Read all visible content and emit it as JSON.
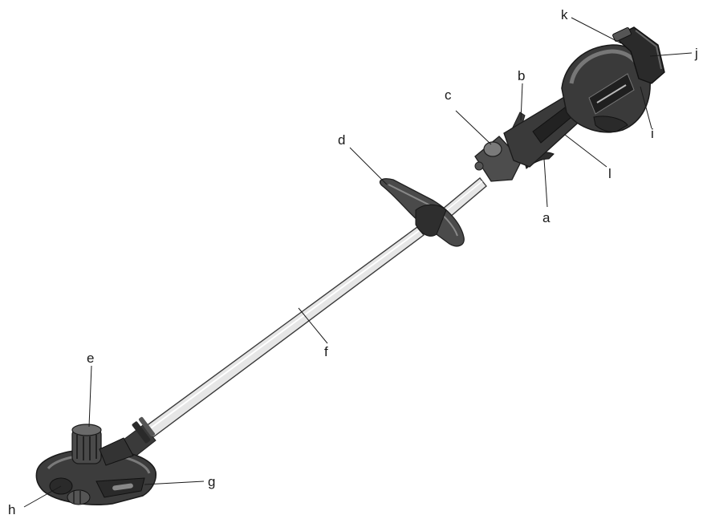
{
  "diagram": {
    "callouts": [
      {
        "id": "a",
        "label": "a"
      },
      {
        "id": "b",
        "label": "b"
      },
      {
        "id": "c",
        "label": "c"
      },
      {
        "id": "d",
        "label": "d"
      },
      {
        "id": "e",
        "label": "e"
      },
      {
        "id": "f",
        "label": "f"
      },
      {
        "id": "g",
        "label": "g"
      },
      {
        "id": "h",
        "label": "h"
      },
      {
        "id": "i",
        "label": "i"
      },
      {
        "id": "j",
        "label": "j"
      },
      {
        "id": "k",
        "label": "k"
      },
      {
        "id": "l",
        "label": "l"
      }
    ]
  },
  "colors": {
    "shaft": "#e4e4e4",
    "shaft_outline": "#3a3a3a",
    "body_dark": "#2e2e2e",
    "body_mid": "#4a4a4a",
    "body_light": "#8a8a8a",
    "guard": "#3c3c3c"
  }
}
